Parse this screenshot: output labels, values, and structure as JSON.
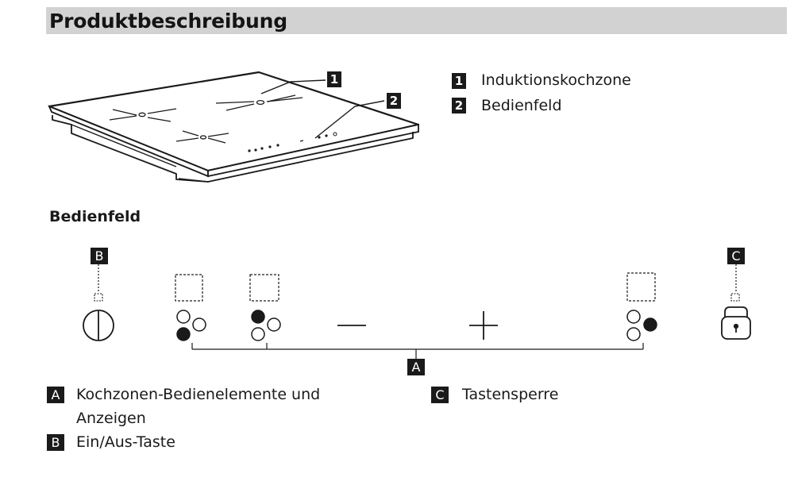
{
  "header": {
    "title": "Produktbeschreibung",
    "bar_color": "#d2d2d2"
  },
  "product_legend": [
    {
      "key": "1",
      "label": "Induktionskochzone"
    },
    {
      "key": "2",
      "label": "Bedienfeld"
    }
  ],
  "panel": {
    "heading": "Bedienfeld",
    "minus_symbol": "minus-icon",
    "plus_symbol": "plus-icon",
    "power_symbol": "power-icon",
    "lock_symbol": "lock-icon"
  },
  "callouts": {
    "a": "A",
    "b": "B",
    "c": "C"
  },
  "panel_legend": [
    {
      "key": "A",
      "line1": "Kochzonen-Bedienelemente und",
      "line2": "Anzeigen"
    },
    {
      "key": "B",
      "line1": "Ein/Aus-Taste"
    },
    {
      "key": "C",
      "line1": "Tastensperre"
    }
  ]
}
